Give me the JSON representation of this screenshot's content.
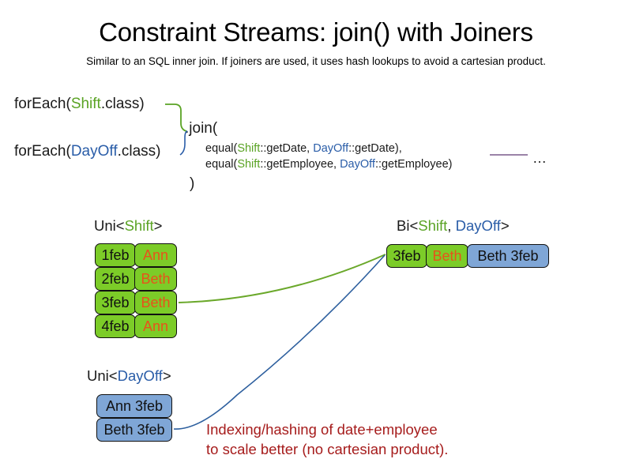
{
  "slide": {
    "title": "Constraint Streams: join() with Joiners",
    "subtitle": "Similar to an SQL inner join. If joiners are used, it uses hash lookups to avoid a cartesian product."
  },
  "code": {
    "foreach_shift": {
      "prefix": "forEach(",
      "class": "Shift",
      "suffix": ".class)"
    },
    "foreach_dayoff": {
      "prefix": "forEach(",
      "class": "DayOff",
      "suffix": ".class)"
    },
    "join_open": ".join(",
    "join_close": ")",
    "joiners": [
      {
        "prefix": "equal(",
        "left_class": "Shift",
        "left_method": "::getDate, ",
        "right_class": "DayOff",
        "right_method": "::getDate),"
      },
      {
        "prefix": "equal(",
        "left_class": "Shift",
        "left_method": "::getEmployee, ",
        "right_class": "DayOff",
        "right_method": "::getEmployee)"
      }
    ],
    "ellipsis": "…"
  },
  "streams": {
    "uni_shift": {
      "label_prefix": "Uni<",
      "label_class": "Shift",
      "label_suffix": ">",
      "rows": [
        {
          "date": "1feb",
          "employee": "Ann"
        },
        {
          "date": "2feb",
          "employee": "Beth"
        },
        {
          "date": "3feb",
          "employee": "Beth"
        },
        {
          "date": "4feb",
          "employee": "Ann"
        }
      ]
    },
    "uni_dayoff": {
      "label_prefix": "Uni<",
      "label_class": "DayOff",
      "label_suffix": ">",
      "rows": [
        {
          "value": "Ann 3feb"
        },
        {
          "value": "Beth 3feb"
        }
      ]
    },
    "bi": {
      "label_prefix": "Bi<",
      "label_class_a": "Shift",
      "label_separator": ", ",
      "label_class_b": "DayOff",
      "label_suffix": ">",
      "row": {
        "date": "3feb",
        "employee": "Beth",
        "dayoff": "Beth 3feb"
      }
    }
  },
  "annotation": {
    "text": "Indexing/hashing of date+employee\nto scale better (no cartesian product)."
  },
  "colors": {
    "shift_green": "#5aa324",
    "dayoff_blue": "#2a5da8",
    "box_green": "#7ccc28",
    "box_blue": "#7fa6d6",
    "employee_orange": "#e8521a",
    "annotation_red": "#a61c1c",
    "line_purple": "#7a5a8c"
  }
}
